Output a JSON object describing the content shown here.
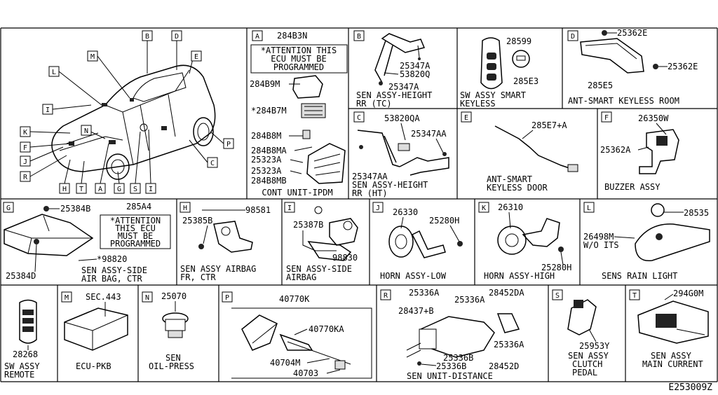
{
  "letters": [
    "A",
    "B",
    "C",
    "D",
    "E",
    "F",
    "G",
    "H",
    "I",
    "J",
    "K",
    "L",
    "M",
    "N",
    "P",
    "R",
    "S",
    "T"
  ],
  "car_callouts": [
    "M",
    "B",
    "D",
    "E",
    "L",
    "I",
    "K",
    "F",
    "J",
    "R",
    "N",
    "H",
    "T",
    "A",
    "G",
    "S",
    "I",
    "C",
    "P"
  ],
  "panels": {
    "A": {
      "parts": [
        "284B3N",
        "284B9M",
        "*284B7M",
        "284B8M",
        "284B8MA",
        "25323A",
        "25323A",
        "284B8MB"
      ],
      "notice": [
        "*ATTENTION THIS",
        "ECU MUST BE",
        "PROGRAMMED"
      ],
      "caption": [
        "CONT UNIT-IPDM"
      ]
    },
    "B": {
      "parts": [
        "25347A",
        "53820Q",
        "25347A"
      ],
      "caption": [
        "SEN ASSY-HEIGHT",
        "RR (TC)"
      ]
    },
    "SW": {
      "parts": [
        "28599",
        "285E3"
      ],
      "caption": [
        "SW ASSY SMART",
        "KEYLESS"
      ]
    },
    "D": {
      "parts": [
        "25362E",
        "25362E",
        "285E5"
      ],
      "caption": [
        "ANT-SMART KEYLESS ROOM"
      ]
    },
    "C": {
      "parts": [
        "53820QA",
        "25347AA",
        "25347AA"
      ],
      "caption": [
        "SEN ASSY-HEIGHT",
        "RR (HT)"
      ]
    },
    "E": {
      "parts": [
        "285E7+A"
      ],
      "caption": [
        "ANT-SMART",
        "KEYLESS DOOR"
      ]
    },
    "F": {
      "parts": [
        "26350W",
        "25362A"
      ],
      "caption": [
        "BUZZER ASSY"
      ]
    },
    "G": {
      "parts": [
        "285A4",
        "25384B",
        "25384D",
        "*98820"
      ],
      "notice": [
        "*ATTENTION",
        "THIS ECU",
        "MUST BE",
        "PROGRAMMED"
      ],
      "caption": [
        "SEN ASSY-SIDE",
        "AIR BAG, CTR"
      ]
    },
    "H": {
      "parts": [
        "98581",
        "25385B"
      ],
      "caption": [
        "SEN ASSY AIRBAG",
        "FR, CTR"
      ]
    },
    "I": {
      "parts": [
        "25387B",
        "98830"
      ],
      "caption": [
        "SEN ASSY-SIDE",
        "AIRBAG"
      ]
    },
    "J": {
      "parts": [
        "26330",
        "25280H"
      ],
      "caption": [
        "HORN ASSY-LOW"
      ]
    },
    "K": {
      "parts": [
        "26310",
        "25280H"
      ],
      "caption": [
        "HORN ASSY-HIGH"
      ]
    },
    "L": {
      "parts": [
        "28535",
        "26498M",
        "W/O ITS"
      ],
      "caption": [
        "SENS RAIN LIGHT"
      ]
    },
    "SR": {
      "parts": [
        "28268"
      ],
      "caption": [
        "SW ASSY",
        "REMOTE"
      ]
    },
    "M": {
      "parts": [
        "SEC.443"
      ],
      "caption": [
        "ECU-PKB"
      ]
    },
    "N": {
      "parts": [
        "25070"
      ],
      "caption": [
        "SEN",
        "OIL-PRESS"
      ]
    },
    "P": {
      "parts": [
        "40770K",
        "40770KA",
        "40704M",
        "40703"
      ]
    },
    "R": {
      "parts": [
        "25336A",
        "28452DA",
        "28437+B",
        "25336A",
        "25336A",
        "25336B",
        "28452D",
        "25336B"
      ],
      "caption": [
        "SEN UNIT-DISTANCE"
      ]
    },
    "S": {
      "parts": [
        "25953Y"
      ],
      "caption": [
        "SEN ASSY",
        "CLUTCH",
        "PEDAL"
      ]
    },
    "T": {
      "parts": [
        "294G0M"
      ],
      "caption": [
        "SEN ASSY",
        "MAIN CURRENT"
      ]
    }
  },
  "diagram_id": "E253009Z"
}
